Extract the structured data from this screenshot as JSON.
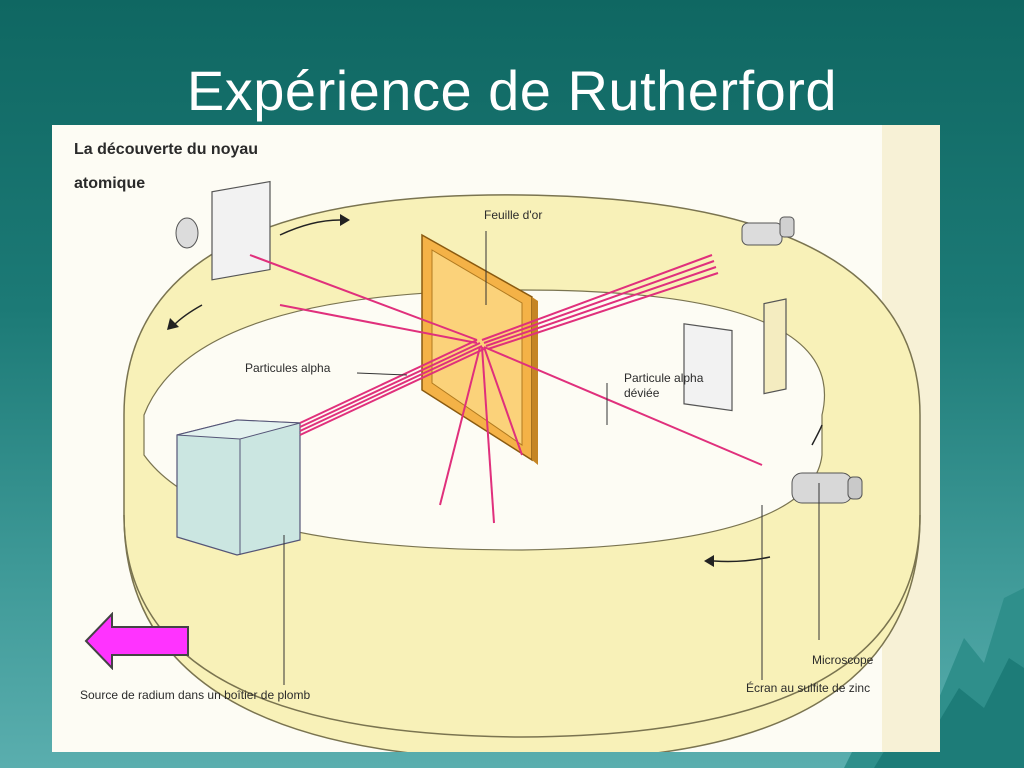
{
  "slide": {
    "title": "Expérience de Rutherford"
  },
  "figure": {
    "heading_line1": "La découverte du noyau",
    "heading_line2": "atomique",
    "labels": {
      "gold_foil": "Feuille d'or",
      "alpha_particles": "Particules alpha",
      "deflected_line1": "Particule alpha",
      "deflected_line2": "déviée",
      "microscope": "Microscope",
      "source": "Source de radium dans un boîtier de plomb",
      "screen": "Écran au sulfite de zinc"
    }
  },
  "colors": {
    "background": "#1c7a76",
    "ring": "#f8f1b8",
    "foil": "#f4b247",
    "beam": "#e0307c",
    "lead_box": "#bfe0dc",
    "back_arrow": "#ff33ff"
  },
  "icons": {
    "back_arrow": "left-arrow-icon"
  }
}
